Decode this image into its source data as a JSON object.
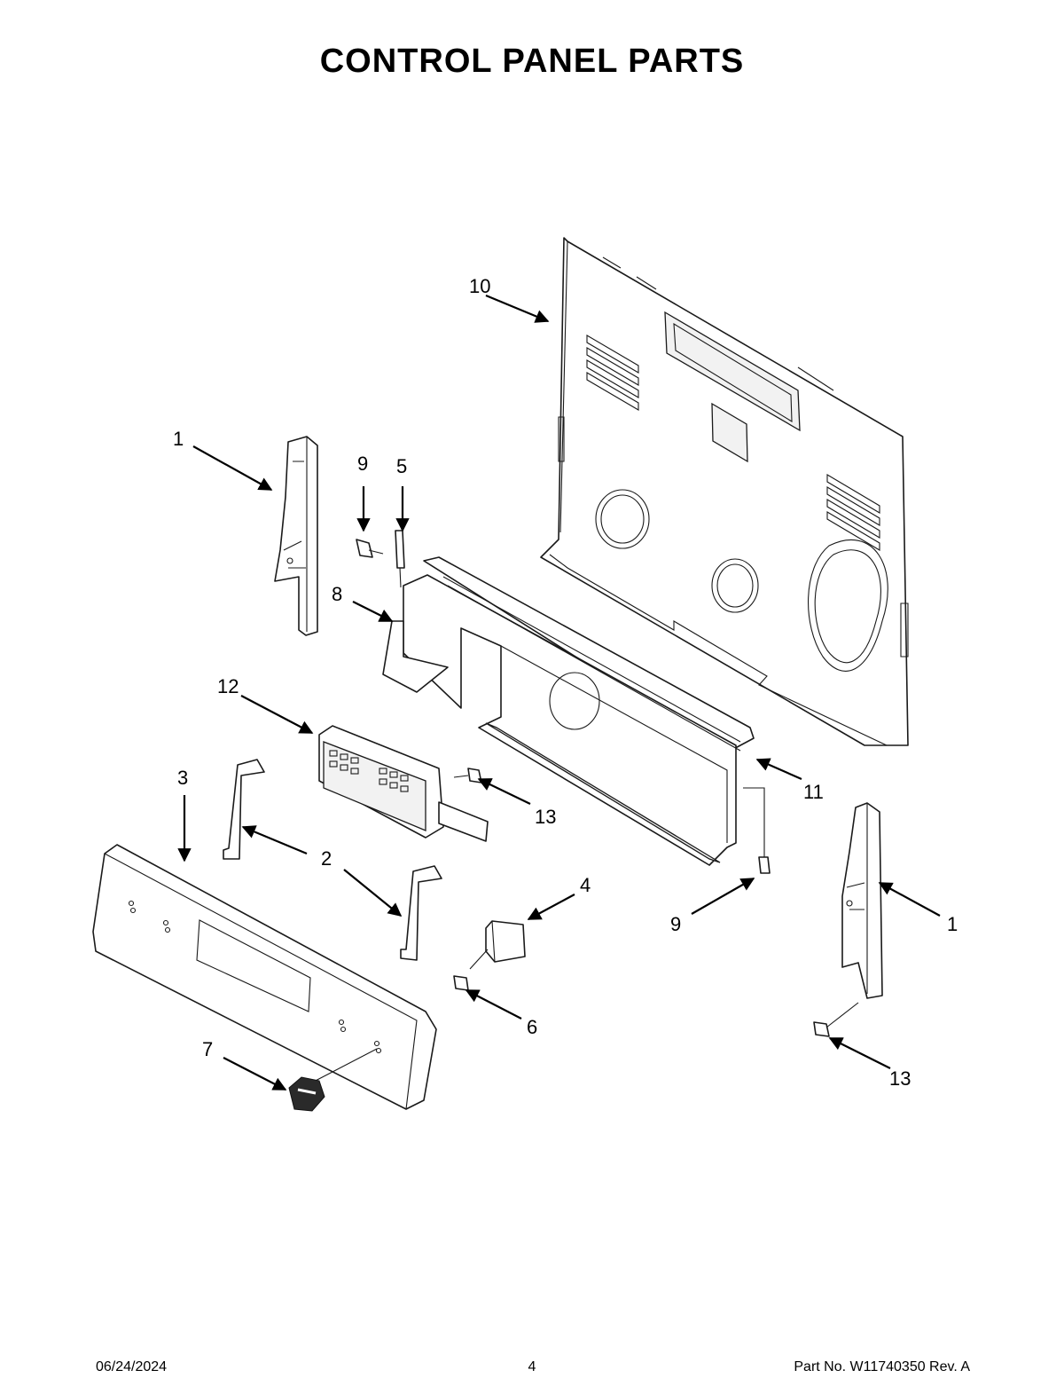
{
  "title": "CONTROL PANEL PARTS",
  "callouts": {
    "c1a": "1",
    "c1b": "1",
    "c2": "2",
    "c3": "3",
    "c4": "4",
    "c5": "5",
    "c6": "6",
    "c7": "7",
    "c8": "8",
    "c9a": "9",
    "c9b": "9",
    "c10": "10",
    "c11": "11",
    "c12": "12",
    "c13a": "13",
    "c13b": "13"
  },
  "footer": {
    "date": "06/24/2024",
    "page": "4",
    "part_no": "Part No.  W11740350  Rev.  A"
  }
}
